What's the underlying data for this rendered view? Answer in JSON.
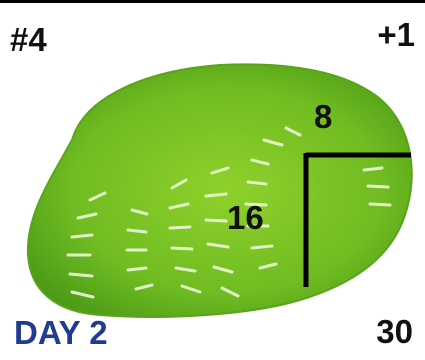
{
  "header": {
    "card_number": "#4",
    "score": "+1"
  },
  "footer": {
    "day_label": "DAY 2",
    "total": "30"
  },
  "measurements": {
    "width_label": "8",
    "height_label": "16"
  },
  "colors": {
    "leaf_light": "#8fd12b",
    "leaf_dark": "#4c9a17",
    "vein_marks": "#eef7d8",
    "day_text": "#1f3c8f"
  }
}
